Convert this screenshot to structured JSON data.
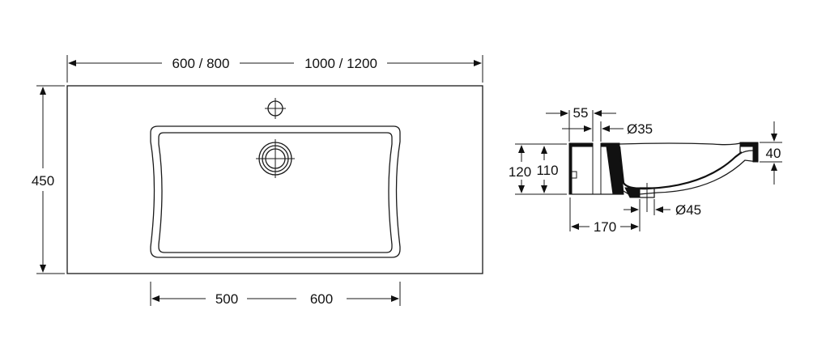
{
  "top_view": {
    "overall_width_label": "600 / 800",
    "overall_width_label_alt": "1000 / 1200",
    "depth_label": "450",
    "bowl_width_label": "500",
    "bowl_width_label_alt": "600"
  },
  "section_view": {
    "tap_hole_offset_label": "55",
    "tap_hole_diameter_label": "Ø35",
    "total_height_label": "120",
    "inner_height_label": "110",
    "rim_thickness_label": "40",
    "drain_offset_label": "170",
    "drain_diameter_label": "Ø45"
  },
  "colors": {
    "line": "#1a1a1a",
    "background": "#ffffff"
  }
}
